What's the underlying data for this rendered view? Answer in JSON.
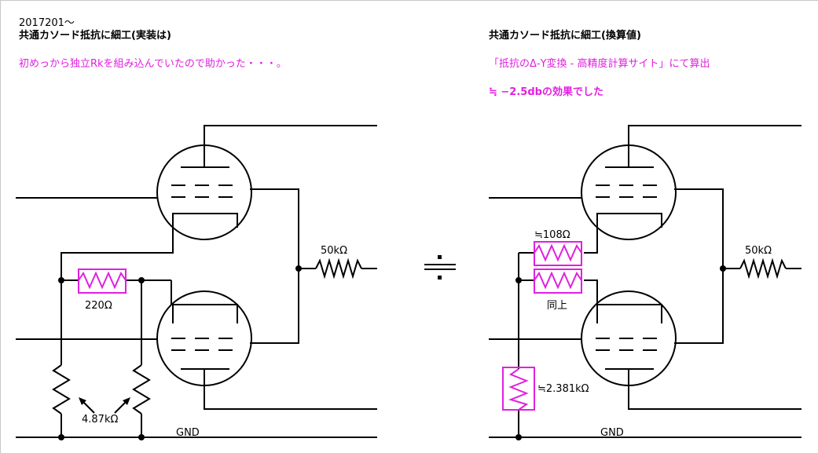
{
  "left": {
    "date": "2017201～",
    "title": "共通カソード抵抗に細工(実装は)",
    "note": "初めっから独立Rkを組み込んでいたので助かった・・・。",
    "labels": {
      "plate_resistor": "50kΩ",
      "series_resistor": "220Ω",
      "cathode_resistors": "4.87kΩ",
      "ground": "GND"
    }
  },
  "right": {
    "title": "共通カソード抵抗に細工(換算値)",
    "note": "「抵抗のΔ-Y変換 - 高精度計算サイト」にて算出",
    "effect": "≒ −2.5dbの効果でした",
    "labels": {
      "upper_resistor": "≒108Ω",
      "same_as_above": "同上",
      "plate_resistor": "50kΩ",
      "cathode_resistor": "≒2.381kΩ",
      "ground": "GND"
    }
  },
  "equivalence_symbol": "≒",
  "colors": {
    "wire": "#000000",
    "highlight": "#e020e0",
    "border": "#c8c8c8",
    "background": "#ffffff"
  }
}
